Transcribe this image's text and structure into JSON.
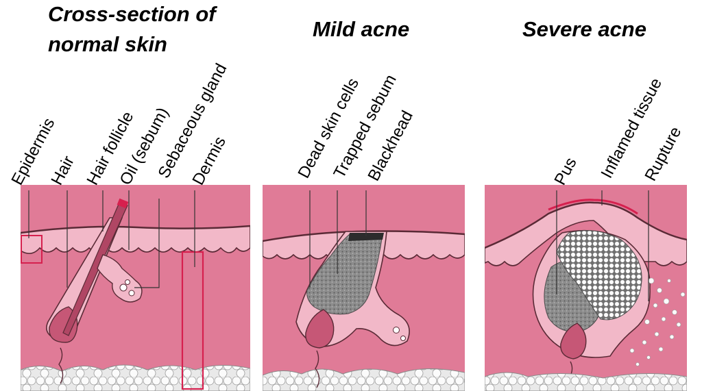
{
  "titles": {
    "normal_line1": "Cross-section of",
    "normal_line2": "normal skin",
    "mild": "Mild acne",
    "severe": "Severe acne"
  },
  "labels": {
    "epidermis": "Epidermis",
    "hair": "Hair",
    "hair_follicle": "Hair follicle",
    "oil": "Oil (sebum)",
    "sebaceous_gland": "Sebaceous gland",
    "dermis": "Dermis",
    "dead_skin_cells": "Dead skin cells",
    "trapped_sebum": "Trapped sebum",
    "blackhead": "Blackhead",
    "pus": "Pus",
    "inflamed_tissue": "Inflamed tissue",
    "rupture": "Rupture"
  },
  "colors": {
    "dermis": "#e07b97",
    "epidermis": "#f2b8c8",
    "outline": "#5a2a36",
    "sebum": "#7a7a7a",
    "pus": "#f4f4f4",
    "fat": "#f0f0f0",
    "red_accent": "#d6204e"
  }
}
